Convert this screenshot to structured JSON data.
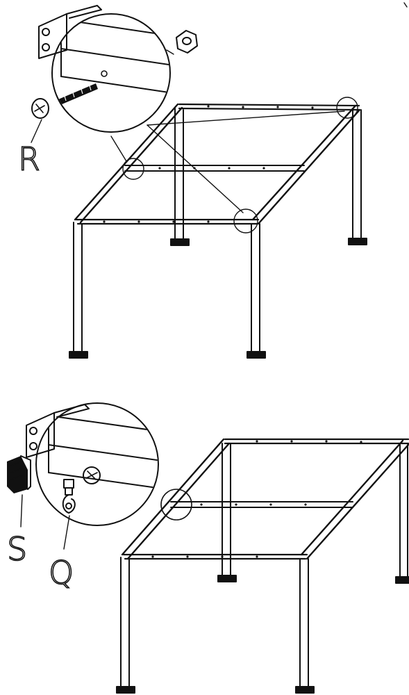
{
  "diagram": {
    "line_color": "#111111",
    "background": "#ffffff",
    "panels": [
      {
        "name": "frame-step-top",
        "callout_labels": [
          {
            "id": "R",
            "text": "R",
            "part": "bolt-with-nut"
          }
        ],
        "detail_icons": [
          "hex-nut-icon",
          "bolt-icon",
          "bracket-icon"
        ]
      },
      {
        "name": "frame-step-bottom",
        "callout_labels": [
          {
            "id": "S",
            "text": "S",
            "part": "end-cap"
          },
          {
            "id": "Q",
            "text": "Q",
            "part": "hanging-hook"
          }
        ],
        "detail_icons": [
          "end-cap-icon",
          "hook-icon",
          "screw-head-icon",
          "bracket-icon"
        ]
      }
    ]
  }
}
